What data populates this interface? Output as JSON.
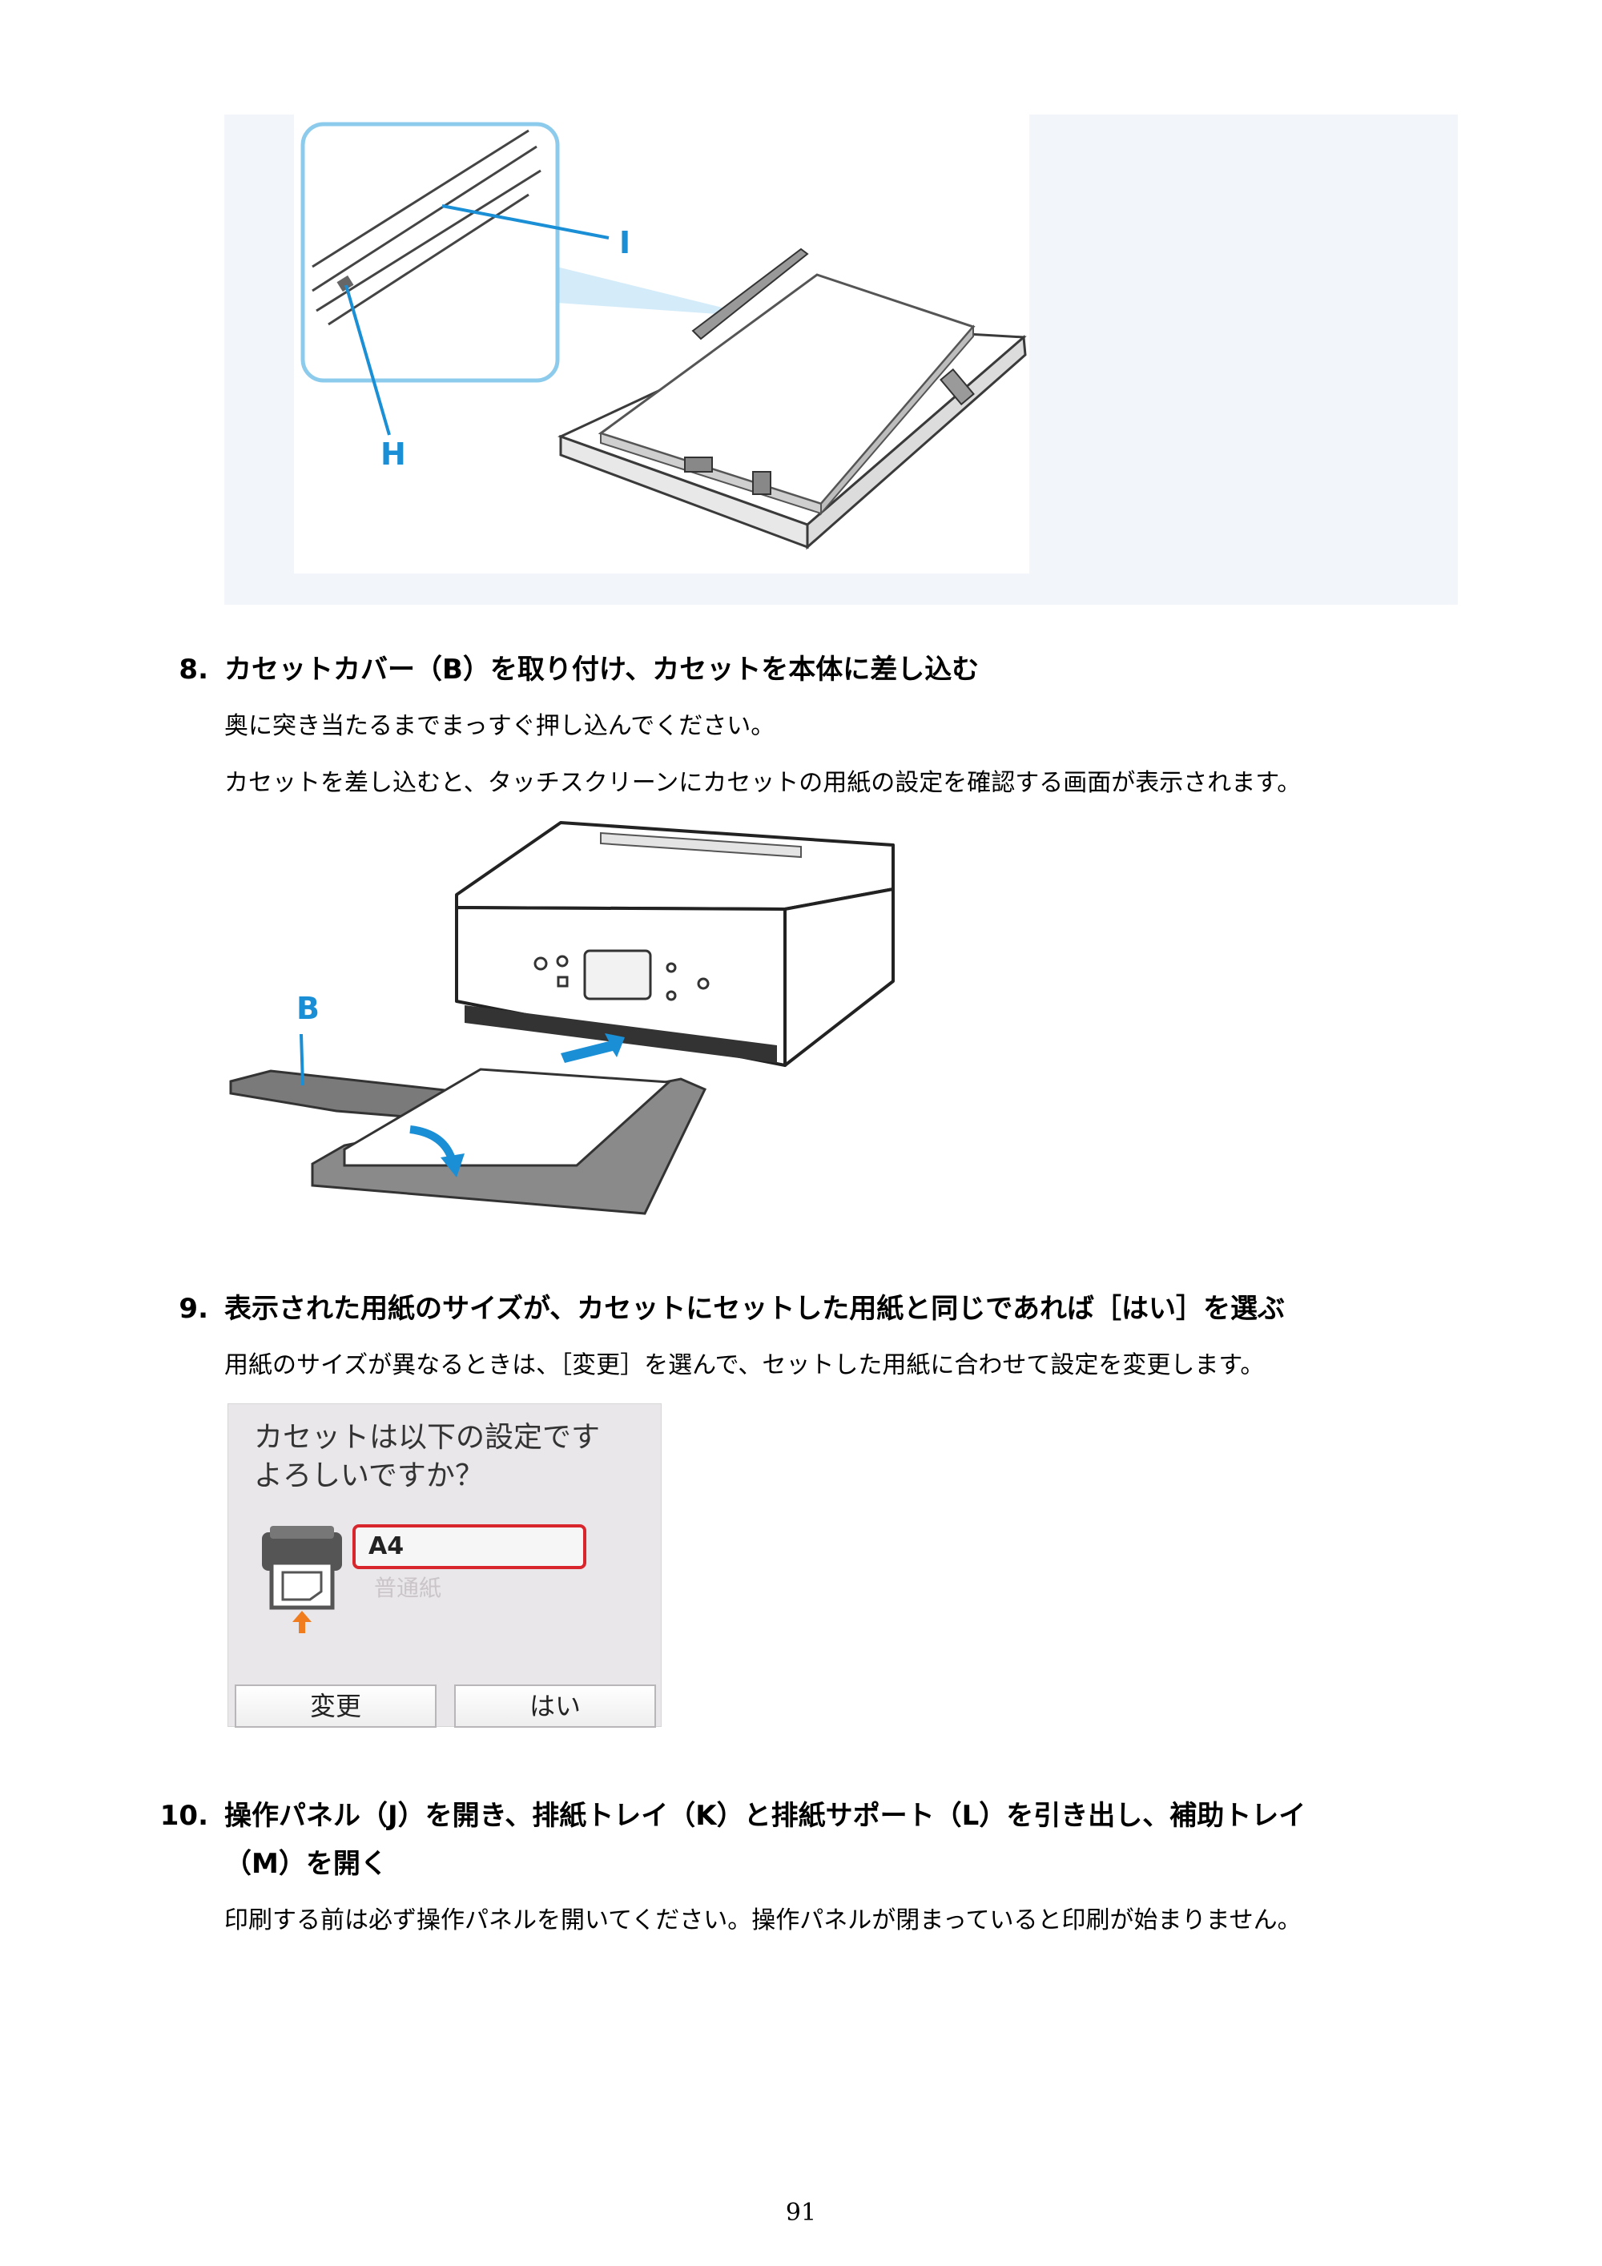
{
  "figures": {
    "top_labels": {
      "label_i": "I",
      "label_h": "H"
    },
    "printer_labels": {
      "label_b": "B"
    },
    "screen": {
      "message_line1": "カセットは以下の設定です",
      "message_line2": "よろしいですか？",
      "paper_size": "A4",
      "paper_type": "普通紙",
      "change_button": "変更",
      "yes_button": "はい"
    }
  },
  "steps": [
    {
      "number": "8.",
      "title": "カセットカバー（B）を取り付け、カセットを本体に差し込む",
      "paragraphs": [
        "奥に突き当たるまでまっすぐ押し込んでください。",
        "カセットを差し込むと、タッチスクリーンにカセットの用紙の設定を確認する画面が表示されます。"
      ]
    },
    {
      "number": "9.",
      "title": "表示された用紙のサイズが、カセットにセットした用紙と同じであれば［はい］を選ぶ",
      "paragraphs": [
        "用紙のサイズが異なるときは、［変更］を選んで、セットした用紙に合わせて設定を変更します。"
      ]
    },
    {
      "number": "10.",
      "title_line1": "操作パネル（J）を開き、排紙トレイ（K）と排紙サポート（L）を引き出し、補助トレイ",
      "title_line2": "（M）を開く",
      "paragraphs": [
        "印刷する前は必ず操作パネルを開いてください。操作パネルが閉まっていると印刷が始まりません。"
      ]
    }
  ],
  "page_number": "91",
  "colors": {
    "callout_blue": "#1a8fd6",
    "highlight_red": "#d9262c",
    "arrow_orange": "#f07c1e"
  }
}
